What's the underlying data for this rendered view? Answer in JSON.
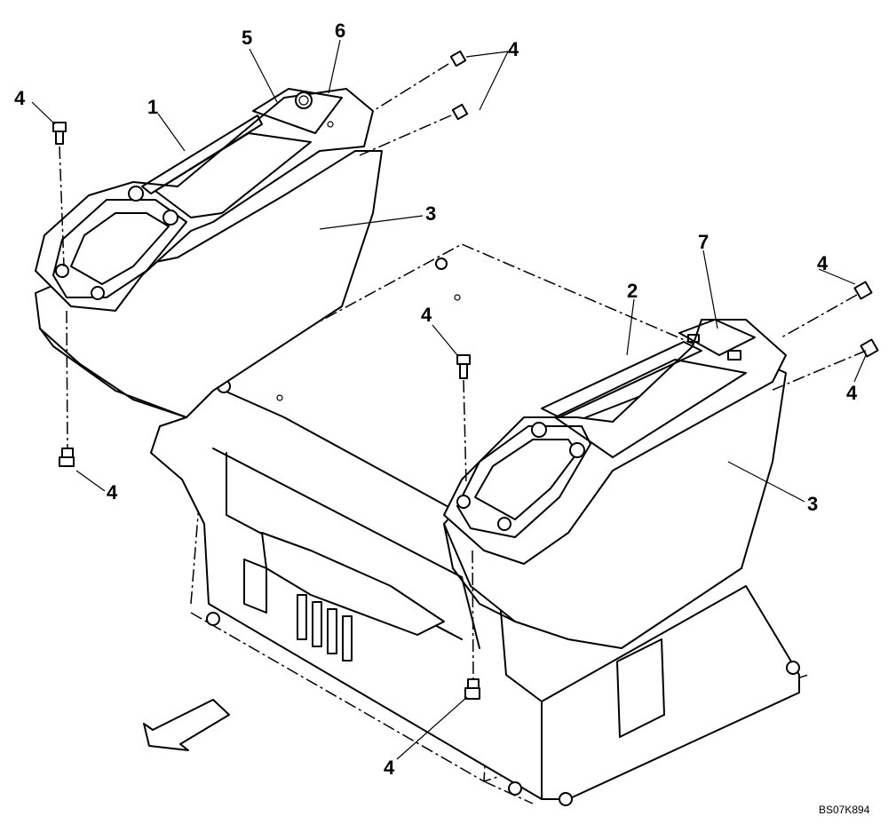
{
  "callouts": {
    "c1": "1",
    "c2": "2",
    "c3_left": "3",
    "c3_right": "3",
    "c4_tl": "4",
    "c4_top": "4",
    "c4_bl": "4",
    "c4_mid": "4",
    "c4_right_top": "4",
    "c4_right_bottom": "4",
    "c4_bottom": "4",
    "c5": "5",
    "c6": "6",
    "c7": "7"
  },
  "figure_ref": "BS07K894",
  "icons": {
    "direction_arrow": "front-direction-arrow-icon",
    "bolt": "bolt-icon"
  }
}
